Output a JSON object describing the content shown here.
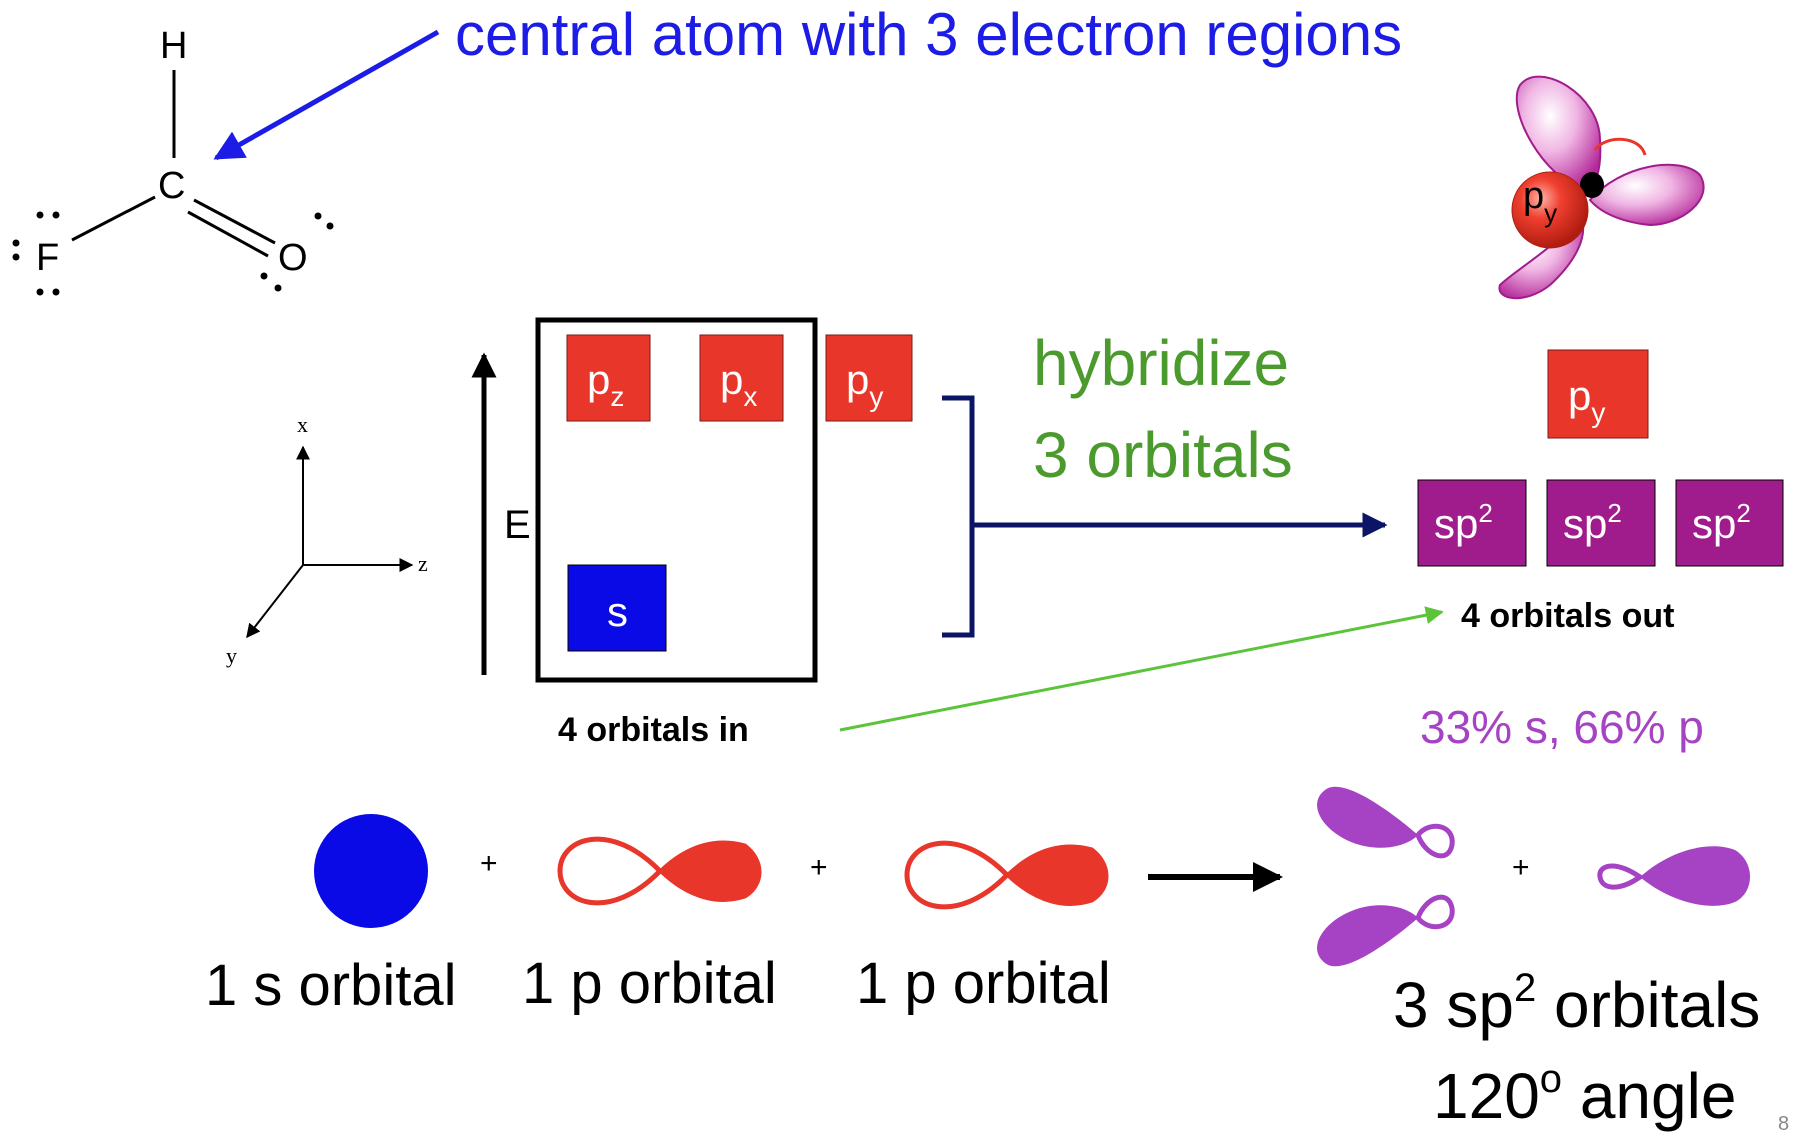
{
  "slide": {
    "title": "central atom with 3 electron regions",
    "page_number": "8"
  },
  "colors": {
    "title_blue": "#1c1ce6",
    "p_orbital_red": "#e8362a",
    "s_orbital_blue": "#0a0ae6",
    "sp2_magenta": "#a01c8c",
    "hybrid_purple": "#a642c4",
    "green_text": "#4a9a2e",
    "green_arrow": "#5bc43a",
    "navy": "#0c1466"
  },
  "lewis": {
    "atom_h": "H",
    "atom_c": "C",
    "atom_f": "F",
    "atom_o": "O"
  },
  "axes": {
    "x": "x",
    "y": "y",
    "z": "z"
  },
  "energy": {
    "label": "E"
  },
  "in_orbitals": {
    "pz": {
      "base": "p",
      "sub": "z"
    },
    "px": {
      "base": "p",
      "sub": "x"
    },
    "py": {
      "base": "p",
      "sub": "y"
    },
    "s": "s",
    "caption": "4 orbitals in"
  },
  "hybridize": {
    "line1": "hybridize",
    "line2": "3 orbitals"
  },
  "out_orbitals": {
    "py": {
      "base": "p",
      "sub": "y"
    },
    "sp2": [
      {
        "base": "sp",
        "sup": "2"
      },
      {
        "base": "sp",
        "sup": "2"
      },
      {
        "base": "sp",
        "sup": "2"
      }
    ],
    "caption": "4 orbitals out",
    "composition": "33% s, 66% p"
  },
  "model3d": {
    "label_base": "p",
    "label_sub": "y"
  },
  "bottom": {
    "plus": "+",
    "s_caption": "1 s orbital",
    "p1_caption": "1 p orbital",
    "p2_caption": "1 p orbital",
    "sp2_caption_pre": "3 sp",
    "sp2_caption_sup": "2",
    "sp2_caption_post": " orbitals",
    "angle_value": "120",
    "angle_sup": "o",
    "angle_word": " angle"
  }
}
